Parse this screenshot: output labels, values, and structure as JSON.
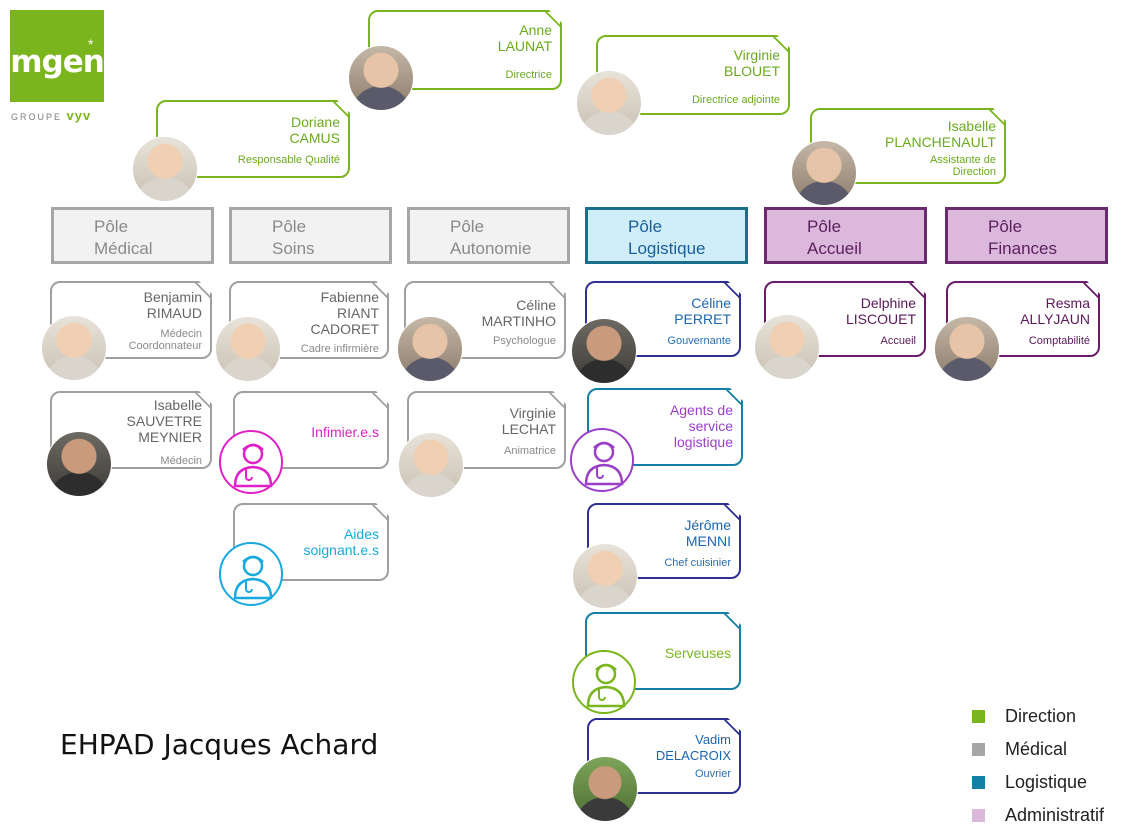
{
  "colors": {
    "direction": "#7ab51d",
    "medical": "#a6a6a6",
    "logistics": "#1580a5",
    "admin": "#dbb8dc"
  },
  "logo": {
    "brand": "mgen",
    "group_prefix": "GROUPE",
    "group_name": "vyv"
  },
  "direction": [
    {
      "first": "Anne",
      "last": "LAUNAT",
      "role": "Directrice"
    },
    {
      "first": "Virginie",
      "last": "BLOUET",
      "role": "Directrice adjointe"
    },
    {
      "first": "Doriane",
      "last": "CAMUS",
      "role": "Responsable Qualité"
    },
    {
      "first": "Isabelle",
      "last": "PLANCHENAULT",
      "role": "Assistante de Direction"
    }
  ],
  "poles": [
    {
      "line1": "Pôle",
      "line2": "Médical"
    },
    {
      "line1": "Pôle",
      "line2": "Soins"
    },
    {
      "line1": "Pôle",
      "line2": "Autonomie"
    },
    {
      "line1": "Pôle",
      "line2": "Logistique"
    },
    {
      "line1": "Pôle",
      "line2": "Accueil"
    },
    {
      "line1": "Pôle",
      "line2": "Finances"
    }
  ],
  "medical": [
    {
      "first": "Benjamin",
      "last": "RIMAUD",
      "role1": "Médecin",
      "role2": "Coordonnateur"
    },
    {
      "first": "Isabelle",
      "last1": "SAUVETRE",
      "last2": "MEYNIER",
      "role": "Médecin"
    }
  ],
  "soins": [
    {
      "first": "Fabienne",
      "last1": "RIANT",
      "last2": "CADORET",
      "role": "Cadre infirmière"
    },
    {
      "label": "Infimier.e.s"
    },
    {
      "label1": "Aides",
      "label2": "soignant.e.s"
    }
  ],
  "autonomie": [
    {
      "first": "Céline",
      "last": "MARTINHO",
      "role": "Psychologue"
    },
    {
      "first": "Virginie",
      "last": "LECHAT",
      "role": "Animatrice"
    }
  ],
  "logistique": [
    {
      "first": "Céline",
      "last": "PERRET",
      "role": "Gouvernante"
    },
    {
      "label1": "Agents de",
      "label2": "service",
      "label3": "logistique"
    },
    {
      "first": "Jérôme",
      "last": "MENNI",
      "role": "Chef cuisinier"
    },
    {
      "label": "Serveuses"
    },
    {
      "first": "Vadim",
      "last": "DELACROIX",
      "role": "Ouvrier"
    }
  ],
  "accueil": [
    {
      "first": "Delphine",
      "last": "LISCOUET",
      "role": "Accueil"
    }
  ],
  "finances": [
    {
      "first": "Resma",
      "last": "ALLYJAUN",
      "role": "Comptabilité"
    }
  ],
  "title": "EHPAD Jacques Achard",
  "legend": [
    {
      "label": "Direction"
    },
    {
      "label": "Médical"
    },
    {
      "label": "Logistique"
    },
    {
      "label": "Administratif"
    }
  ]
}
